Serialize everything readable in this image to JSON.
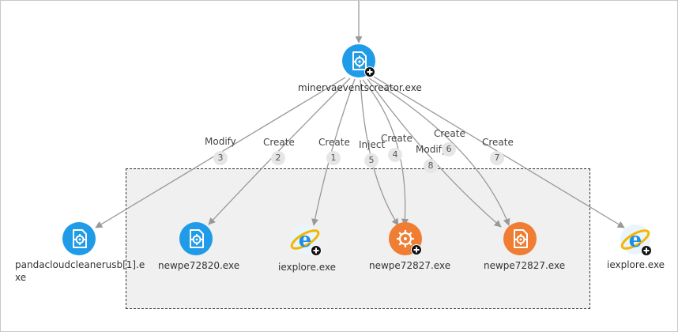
{
  "colors": {
    "blue": "#1f9be8",
    "orange": "#ef7d34",
    "edge": "#999999"
  },
  "center": {
    "label": "minervaeventscreator.exe",
    "icon": "gear-doc-icon"
  },
  "nodes": [
    {
      "label_line1": "pandacloudcleanerusb[1].e",
      "label_line2": "xe",
      "icon": "gear-doc-icon"
    },
    {
      "label": "newpe72820.exe",
      "icon": "gear-doc-icon"
    },
    {
      "label": "iexplore.exe",
      "icon": "ie-icon"
    },
    {
      "label": "newpe72827.exe",
      "icon": "gear-icon"
    },
    {
      "label": "newpe72827.exe",
      "icon": "gear-doc-icon"
    },
    {
      "label": "iexplore.exe",
      "icon": "ie-icon"
    }
  ],
  "edges": [
    {
      "action": "Modify",
      "num": "3"
    },
    {
      "action": "Create",
      "num": "2"
    },
    {
      "action": "Create",
      "num": "1"
    },
    {
      "action": "Inject",
      "num": "5"
    },
    {
      "action": "Create",
      "num": "4"
    },
    {
      "action": "Modify",
      "num": "8"
    },
    {
      "action": "Create",
      "num": "6"
    },
    {
      "action": "Create",
      "num": "7"
    }
  ]
}
